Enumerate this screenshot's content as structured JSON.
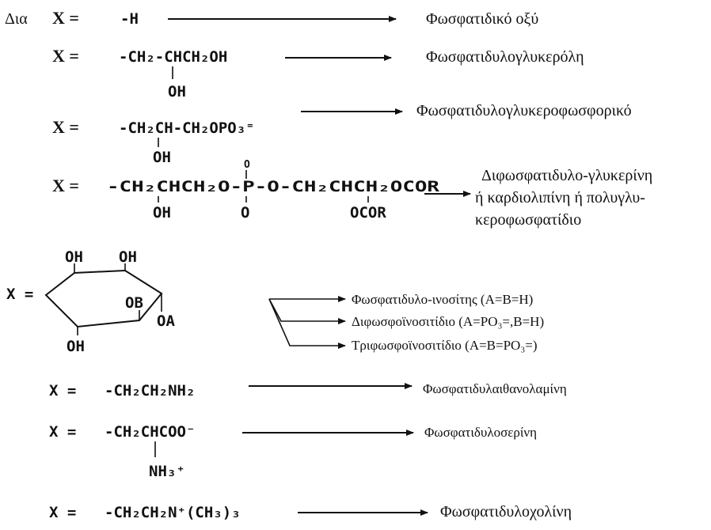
{
  "prefix": "Δια",
  "rows": [
    {
      "x": "X =",
      "formula": "-H",
      "label": "Φωσφατιδικό οξύ"
    },
    {
      "x": "X =",
      "formula": "-CH₂-CHCH₂OH",
      "sub": "OH",
      "label": "Φωσφατιδυλογλυκερόλη"
    },
    {
      "x": "X =",
      "formula": "-CH₂CH-CH₂OPO₃⁼",
      "sub": "OH",
      "label": "Φωσφατιδυλογλυκεροφωσφορικό"
    },
    {
      "x": "X =",
      "formula": "-CH₂CHCH₂O-P-O-CH₂CHCH₂OCOR",
      "sub_left": "OH",
      "sub_mid_top": "O",
      "sub_mid_bottom": "O",
      "sub_right": "OCOR",
      "label_lines": [
        "Διφωσφατιδυλο-γλυκερίνη",
        "ή καρδιολιπίνη ή πολυγλυ-",
        "κεροφωσφατίδιο"
      ]
    }
  ],
  "inositol": {
    "x": "X =",
    "groups": [
      "OH",
      "OH",
      "OB",
      "OA",
      "OH"
    ],
    "labels": [
      "Φωσφατιδυλο-ινοσίτης (A=B=H)",
      "Διφωσφοϊνοσιτίδιο (A=PO₃=,B=H)",
      "Τριφωσφοϊνοσιτίδιο (A=B=PO₃=)"
    ]
  },
  "rows2": [
    {
      "x": "X =",
      "formula": "-CH₂CH₂NH₂",
      "label": "Φωσφατιδυλαιθανολαμίνη"
    },
    {
      "x": "X =",
      "formula": "-CH₂CHCOO⁻",
      "sub": "NH₃⁺",
      "label": "Φωσφατιδυλοσερίνη"
    },
    {
      "x": "X =",
      "formula": "-CH₂CH₂N⁺(CH₃)₃",
      "label": "Φωσφατιδυλοχολίνη"
    }
  ]
}
